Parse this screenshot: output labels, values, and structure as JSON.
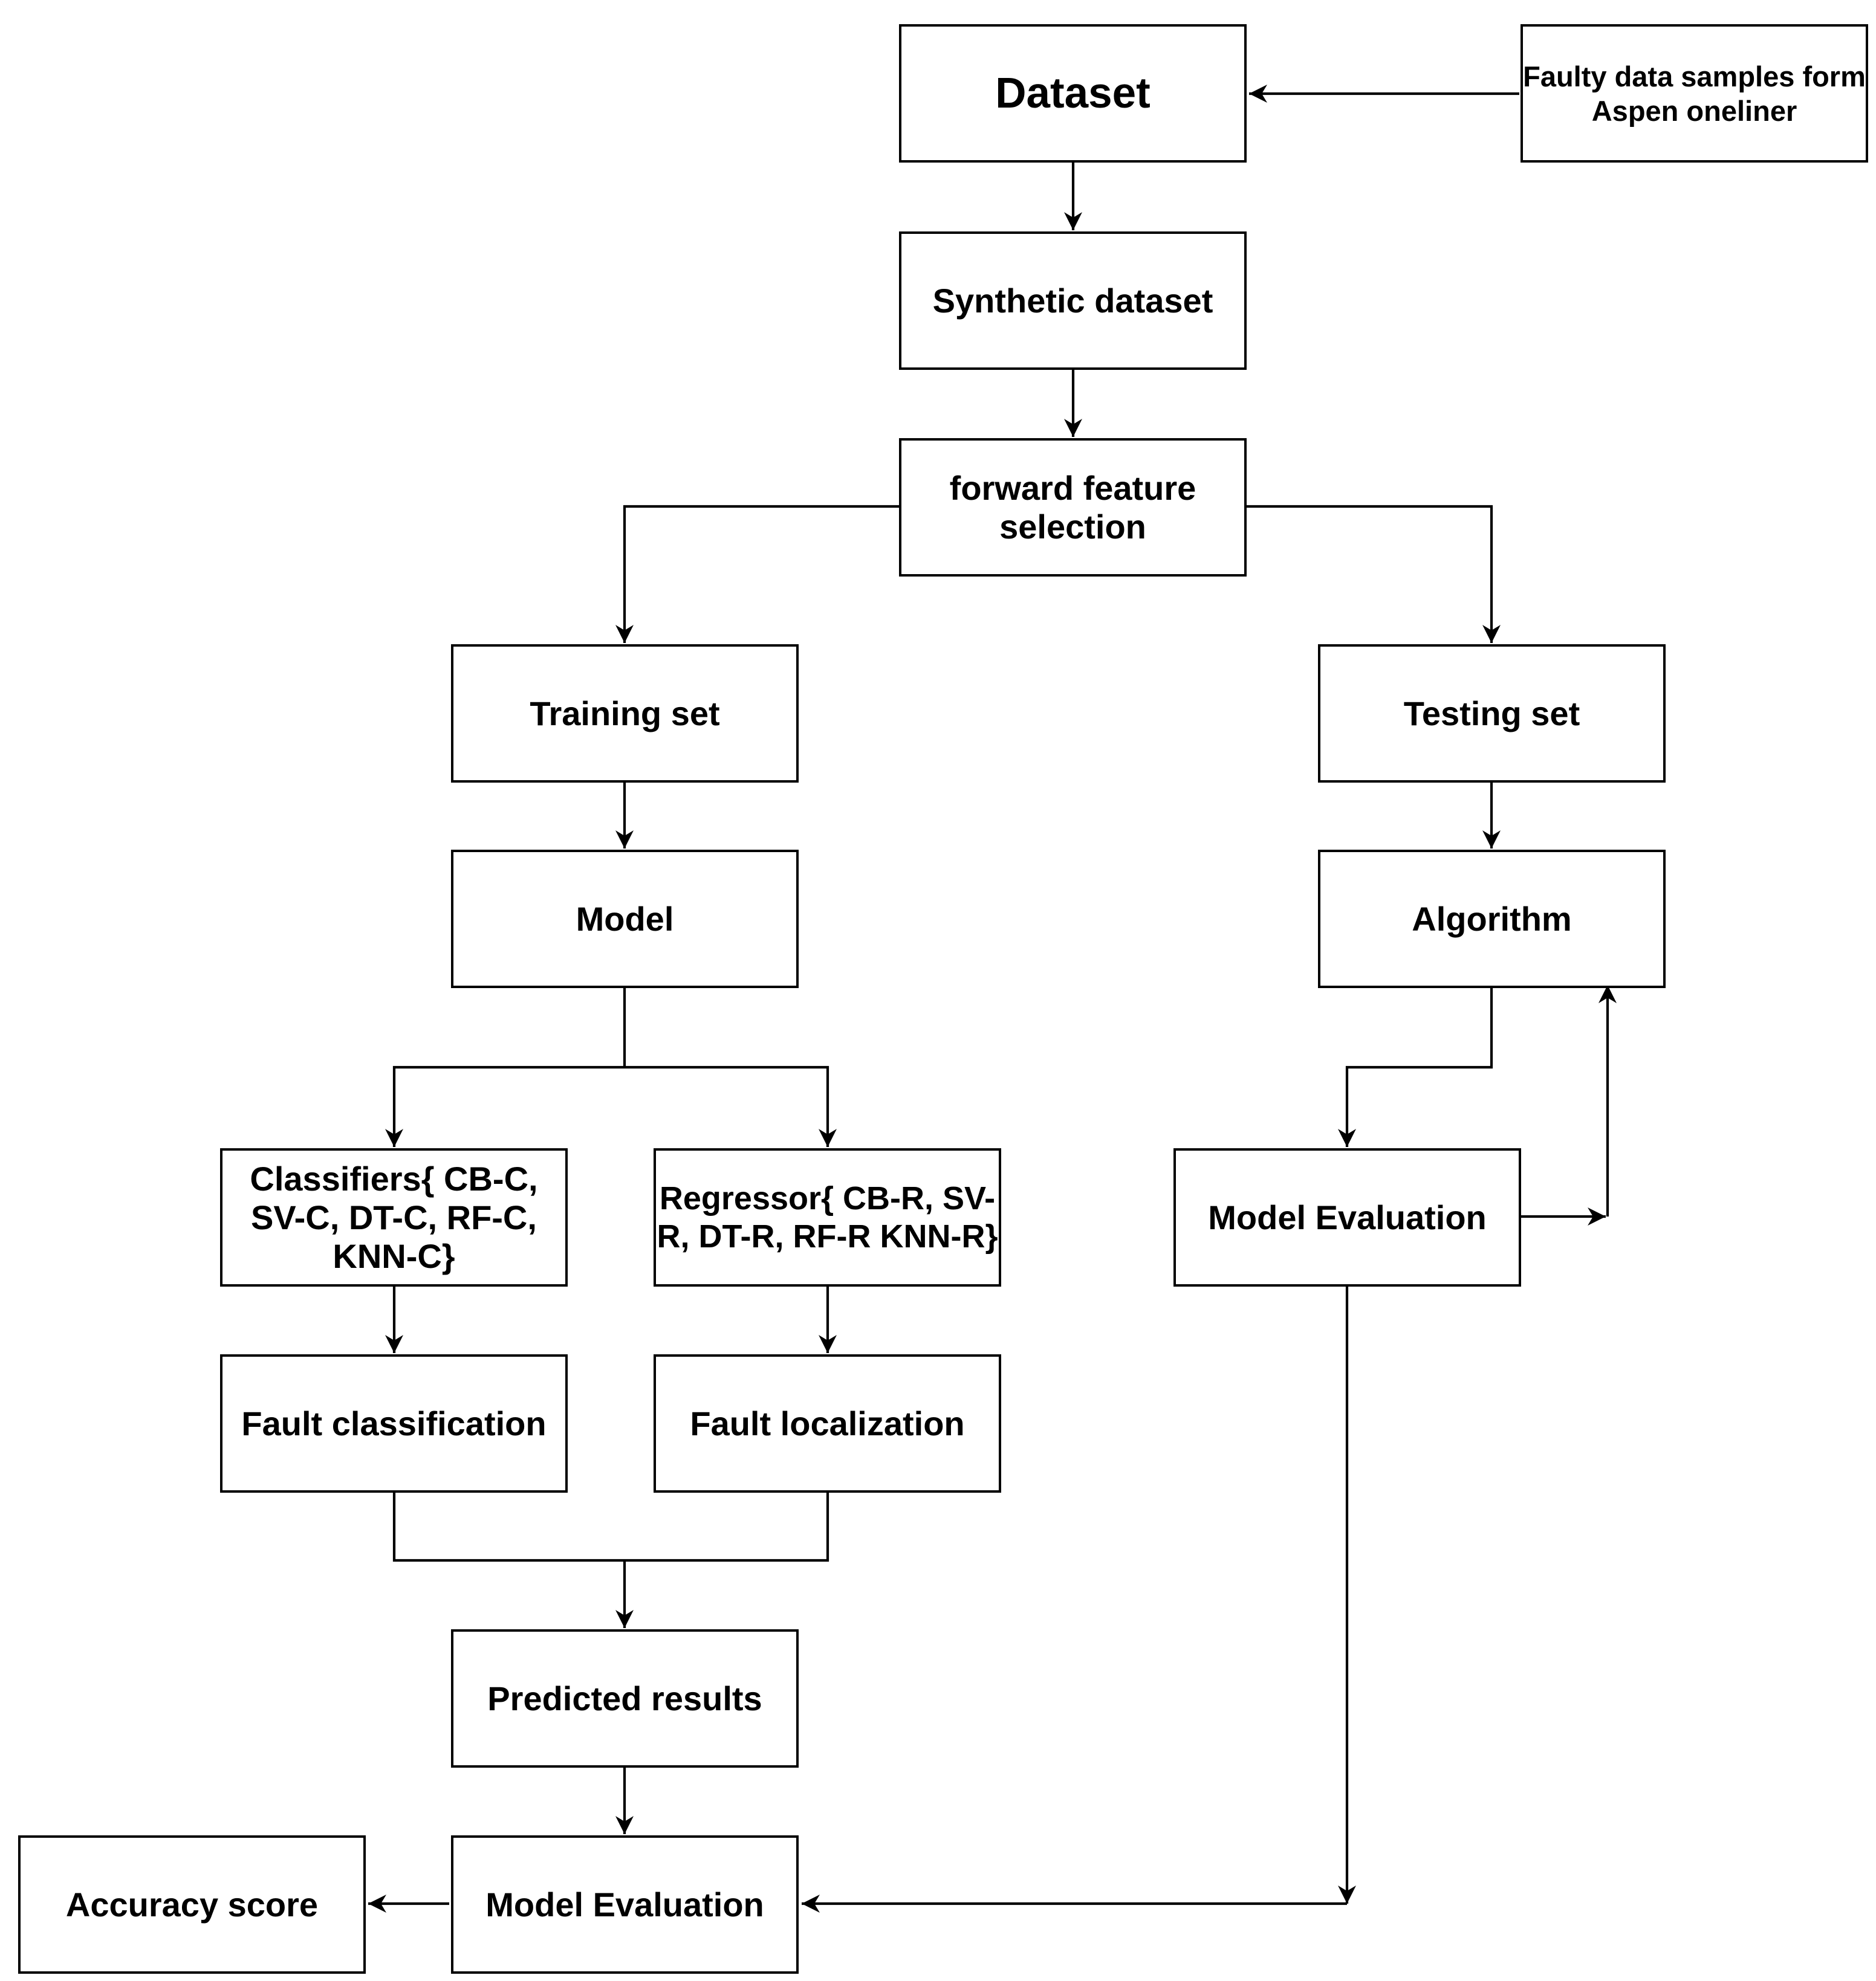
{
  "diagram": {
    "colors": {
      "stroke": "#000000",
      "fill": "#ffffff",
      "text": "#000000"
    },
    "nodes": {
      "dataset": "Dataset",
      "faulty_samples": "Faulty data samples form Aspen oneliner",
      "synthetic_dataset": "Synthetic dataset",
      "forward_feature_selection": "forward feature selection",
      "training_set": "Training set",
      "testing_set": "Testing set",
      "model": "Model",
      "algorithm": "Algorithm",
      "classifiers": "Classifiers{ CB-C, SV-C, DT-C, RF-C, KNN-C}",
      "regressor": "Regressor{ CB-R, SV-R, DT-R, RF-R KNN-R}",
      "model_evaluation_right": "Model Evaluation",
      "fault_classification": "Fault classification",
      "fault_localization": "Fault localization",
      "predicted_results": "Predicted results",
      "accuracy_score": "Accuracy score",
      "model_evaluation_bottom": "Model Evaluation"
    },
    "edges": [
      {
        "from": "faulty_samples",
        "to": "dataset"
      },
      {
        "from": "dataset",
        "to": "synthetic_dataset"
      },
      {
        "from": "synthetic_dataset",
        "to": "forward_feature_selection"
      },
      {
        "from": "forward_feature_selection",
        "to": "training_set"
      },
      {
        "from": "forward_feature_selection",
        "to": "testing_set"
      },
      {
        "from": "training_set",
        "to": "model"
      },
      {
        "from": "testing_set",
        "to": "algorithm"
      },
      {
        "from": "model",
        "to": "classifiers"
      },
      {
        "from": "model",
        "to": "regressor"
      },
      {
        "from": "algorithm",
        "to": "model_evaluation_right"
      },
      {
        "from": "model_evaluation_right",
        "to": "algorithm"
      },
      {
        "from": "classifiers",
        "to": "fault_classification"
      },
      {
        "from": "regressor",
        "to": "fault_localization"
      },
      {
        "from": "fault_classification",
        "to": "predicted_results"
      },
      {
        "from": "fault_localization",
        "to": "predicted_results"
      },
      {
        "from": "predicted_results",
        "to": "model_evaluation_bottom"
      },
      {
        "from": "model_evaluation_right",
        "to": "model_evaluation_bottom"
      },
      {
        "from": "model_evaluation_bottom",
        "to": "accuracy_score"
      }
    ]
  }
}
